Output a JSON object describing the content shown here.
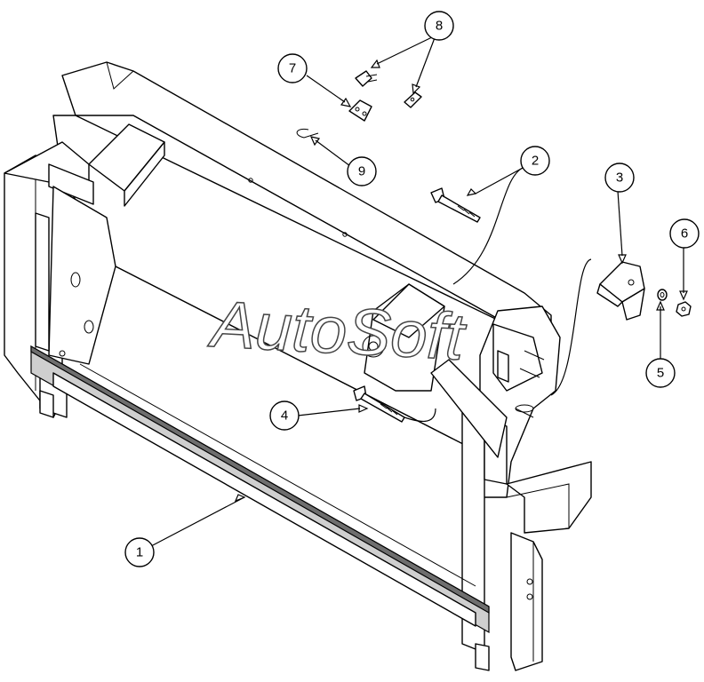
{
  "watermark": "AutoSoft",
  "callouts": {
    "c1": "1",
    "c2": "2",
    "c3": "3",
    "c4": "4",
    "c5": "5",
    "c6": "6",
    "c7": "7",
    "c8": "8",
    "c9": "9"
  }
}
